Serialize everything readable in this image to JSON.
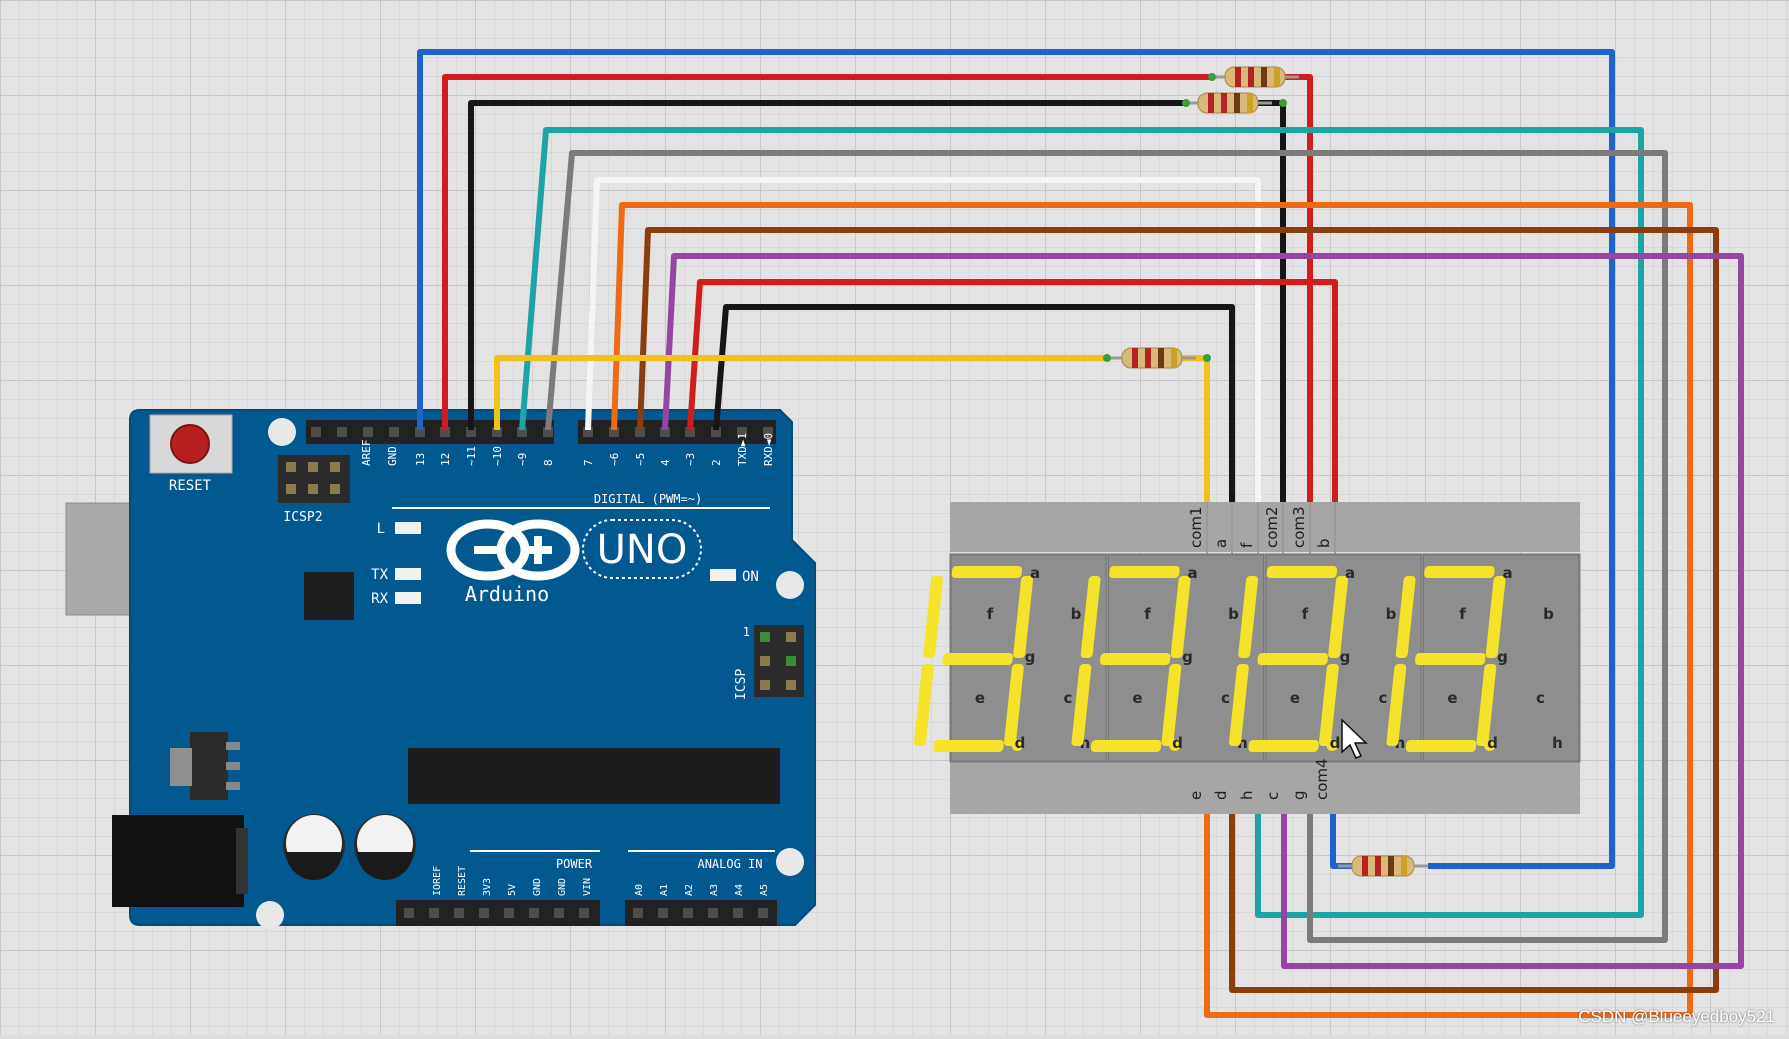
{
  "board": {
    "reset_label": "RESET",
    "icsp2_label": "ICSP2",
    "icsp_label": "ICSP",
    "aref_label": "AREF",
    "gnd_label": "GND",
    "digital_label": "DIGITAL (PWM=~)",
    "digital_pins": [
      "13",
      "12",
      "~11",
      "~10",
      "~9",
      "8",
      "7",
      "~6",
      "~5",
      "4",
      "~3",
      "2",
      "TXD►1",
      "RXD◄0"
    ],
    "led_l": "L",
    "led_tx": "TX",
    "led_rx": "RX",
    "on_label": "ON",
    "uno_label": "UNO",
    "brand": "Arduino",
    "power_label": "POWER",
    "power_pins": [
      "IOREF",
      "RESET",
      "3V3",
      "5V",
      "GND",
      "GND",
      "VIN"
    ],
    "analog_label": "ANALOG IN",
    "analog_pins": [
      "A0",
      "A1",
      "A2",
      "A3",
      "A4",
      "A5"
    ],
    "icsp_pin1": "1"
  },
  "display": {
    "top_pins": [
      "com1",
      "a",
      "f",
      "com2",
      "com3",
      "b"
    ],
    "bottom_pins": [
      "e",
      "d",
      "h",
      "c",
      "g",
      "com4"
    ],
    "segment_labels": [
      "a",
      "b",
      "c",
      "d",
      "e",
      "f",
      "g",
      "h"
    ],
    "digit_count": 4,
    "segment_color": "#f3e32a"
  },
  "watermark": "CSDN @Blueeyedboy521"
}
